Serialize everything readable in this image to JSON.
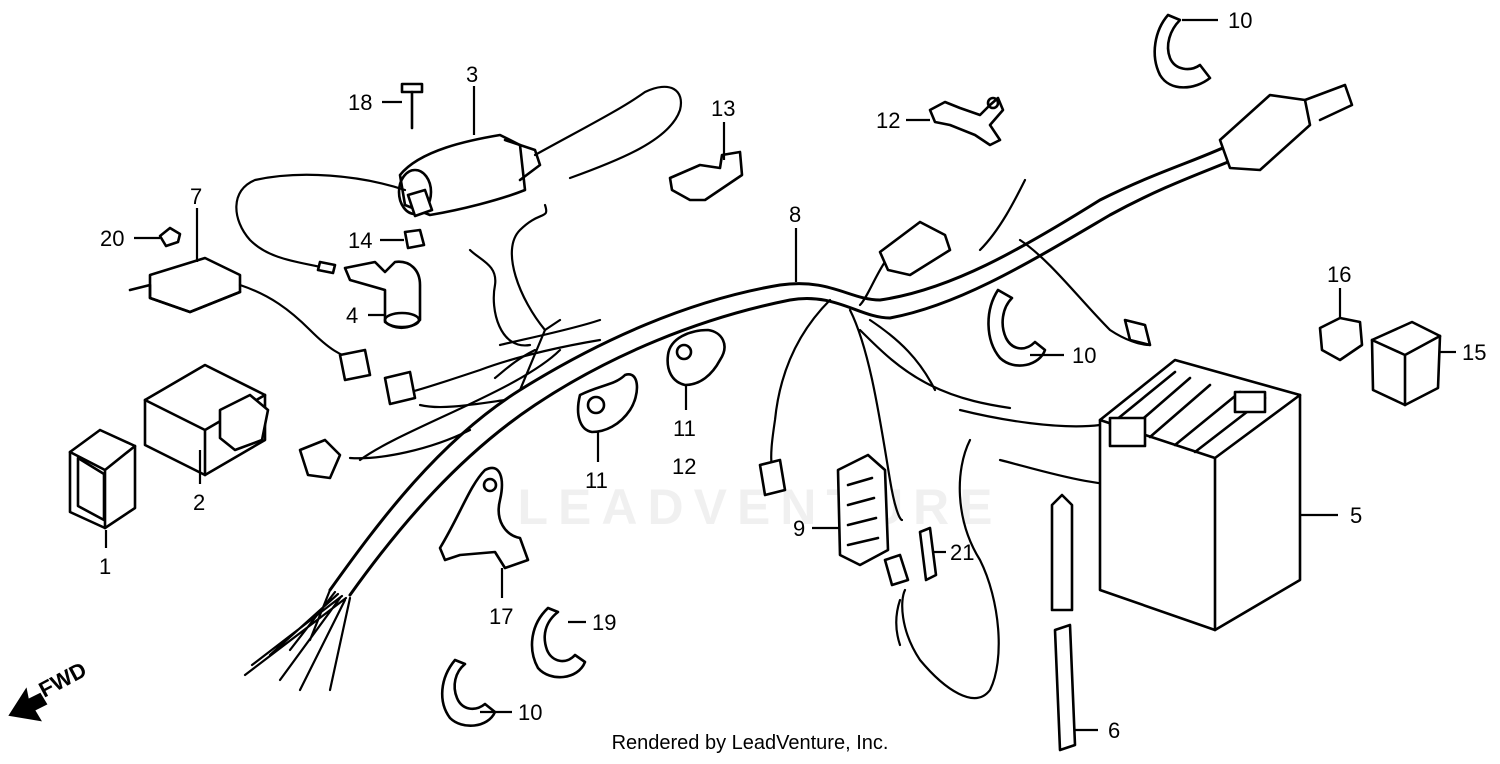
{
  "diagram": {
    "watermark": "LEADVENTURE",
    "footer": "Rendered by LeadVenture, Inc.",
    "fwd_label": "FWD",
    "callouts": [
      {
        "id": "c1",
        "label": "1"
      },
      {
        "id": "c2",
        "label": "2"
      },
      {
        "id": "c3",
        "label": "3"
      },
      {
        "id": "c4",
        "label": "4"
      },
      {
        "id": "c5",
        "label": "5"
      },
      {
        "id": "c6",
        "label": "6"
      },
      {
        "id": "c7",
        "label": "7"
      },
      {
        "id": "c8",
        "label": "8"
      },
      {
        "id": "c9",
        "label": "9"
      },
      {
        "id": "c10a",
        "label": "10"
      },
      {
        "id": "c10b",
        "label": "10"
      },
      {
        "id": "c10c",
        "label": "10"
      },
      {
        "id": "c11a",
        "label": "11"
      },
      {
        "id": "c11b",
        "label": "11"
      },
      {
        "id": "c12a",
        "label": "12"
      },
      {
        "id": "c12b",
        "label": "12"
      },
      {
        "id": "c13",
        "label": "13"
      },
      {
        "id": "c14",
        "label": "14"
      },
      {
        "id": "c15",
        "label": "15"
      },
      {
        "id": "c16",
        "label": "16"
      },
      {
        "id": "c17",
        "label": "17"
      },
      {
        "id": "c18",
        "label": "18"
      },
      {
        "id": "c19",
        "label": "19"
      },
      {
        "id": "c20",
        "label": "20"
      },
      {
        "id": "c21",
        "label": "21"
      }
    ]
  }
}
